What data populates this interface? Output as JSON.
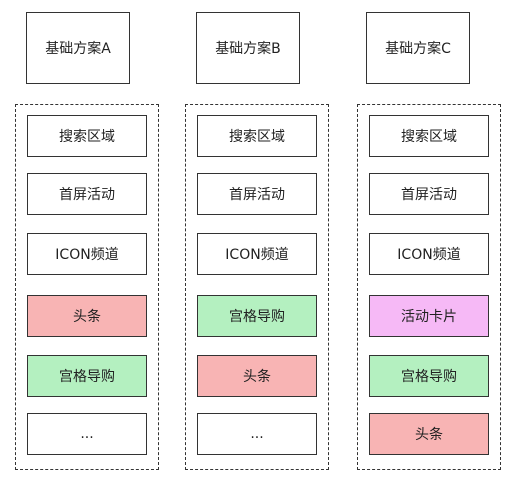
{
  "colors": {
    "plain": "#ffffff",
    "red": "#f8b4b4",
    "green": "#b4f0c0",
    "pink": "#f6b9f6"
  },
  "schemes": [
    {
      "title": "基础方案A",
      "blocks": [
        {
          "label": "搜索区域",
          "color": "plain"
        },
        {
          "label": "首屏活动",
          "color": "plain"
        },
        {
          "label": "ICON频道",
          "color": "plain"
        },
        {
          "label": "头条",
          "color": "red"
        },
        {
          "label": "宫格导购",
          "color": "green"
        },
        {
          "label": "...",
          "color": "plain"
        }
      ]
    },
    {
      "title": "基础方案B",
      "blocks": [
        {
          "label": "搜索区域",
          "color": "plain"
        },
        {
          "label": "首屏活动",
          "color": "plain"
        },
        {
          "label": "ICON频道",
          "color": "plain"
        },
        {
          "label": "宫格导购",
          "color": "green"
        },
        {
          "label": "头条",
          "color": "red"
        },
        {
          "label": "...",
          "color": "plain"
        }
      ]
    },
    {
      "title": "基础方案C",
      "blocks": [
        {
          "label": "搜索区域",
          "color": "plain"
        },
        {
          "label": "首屏活动",
          "color": "plain"
        },
        {
          "label": "ICON频道",
          "color": "plain"
        },
        {
          "label": "活动卡片",
          "color": "pink"
        },
        {
          "label": "宫格导购",
          "color": "green"
        },
        {
          "label": "头条",
          "color": "red"
        }
      ]
    }
  ]
}
